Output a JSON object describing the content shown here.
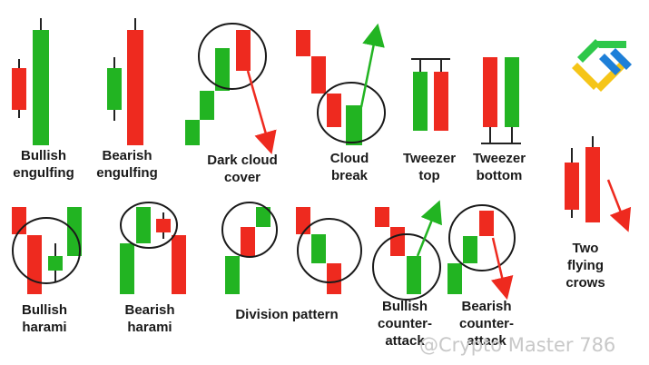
{
  "patterns": [
    {
      "label": "Bullish\nengulfing"
    },
    {
      "label": "Bearish\nengulfing"
    },
    {
      "label": "Dark cloud\ncover"
    },
    {
      "label": "Cloud\nbreak"
    },
    {
      "label": "Tweezer\ntop"
    },
    {
      "label": "Tweezer\nbottom"
    },
    {
      "label": "Two flying\ncrows"
    },
    {
      "label": "Bullish\nharami"
    },
    {
      "label": "Bearish\nharami"
    },
    {
      "label": "Division pattern"
    },
    {
      "label": "Bullish\ncounter-\nattack"
    },
    {
      "label": "Bearish\ncounter-\nattack"
    }
  ],
  "watermark": "@Crypto Master 786",
  "colors": {
    "bullish": "#22b422",
    "bearish": "#ee2a1f",
    "wick": "#222222",
    "logo_green": "#2ec84a",
    "logo_yellow": "#f5c518",
    "logo_blue": "#1e7fd8"
  },
  "logo_icon": "logo-mark-icon"
}
